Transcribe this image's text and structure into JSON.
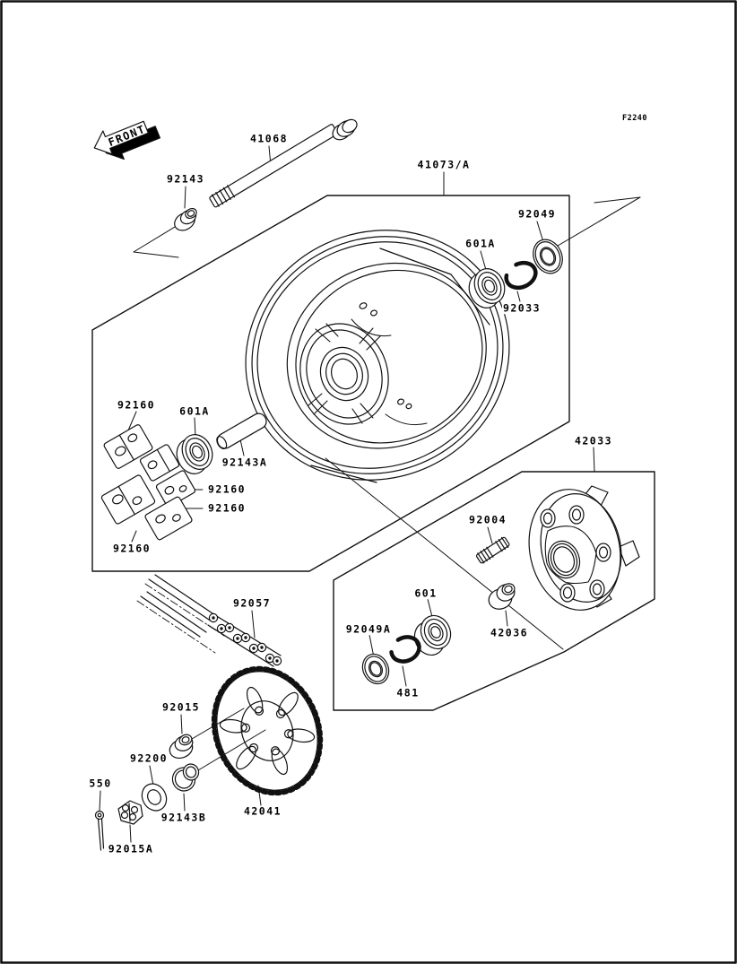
{
  "figure": {
    "code": "F2240",
    "front_arrow_label": "FRONT"
  },
  "parts": [
    {
      "id": "axle",
      "number": "41068"
    },
    {
      "id": "axle-nut",
      "number": "92143"
    },
    {
      "id": "wheel",
      "number": "41073/A"
    },
    {
      "id": "seal-right",
      "number": "92049"
    },
    {
      "id": "bearing-right",
      "number": "601A"
    },
    {
      "id": "circlip-right",
      "number": "92033"
    },
    {
      "id": "damper-a",
      "number": "92160"
    },
    {
      "id": "bearing-left",
      "number": "601A"
    },
    {
      "id": "spacer",
      "number": "92143A"
    },
    {
      "id": "damper-b",
      "number": "92160"
    },
    {
      "id": "damper-c",
      "number": "92160"
    },
    {
      "id": "damper-d",
      "number": "92160"
    },
    {
      "id": "coupling-hub",
      "number": "42033"
    },
    {
      "id": "stud",
      "number": "92004"
    },
    {
      "id": "coupling-bearing",
      "number": "601"
    },
    {
      "id": "coupling-seal",
      "number": "92049A"
    },
    {
      "id": "coupling-circlip",
      "number": "481"
    },
    {
      "id": "coupling-sleeve",
      "number": "42036"
    },
    {
      "id": "drive-chain",
      "number": "92057"
    },
    {
      "id": "sprocket-nut",
      "number": "92015"
    },
    {
      "id": "washer",
      "number": "92200"
    },
    {
      "id": "cotter-pin",
      "number": "550"
    },
    {
      "id": "sprocket-collar",
      "number": "92143B"
    },
    {
      "id": "sprocket",
      "number": "42041"
    },
    {
      "id": "castle-nut",
      "number": "92015A"
    }
  ]
}
